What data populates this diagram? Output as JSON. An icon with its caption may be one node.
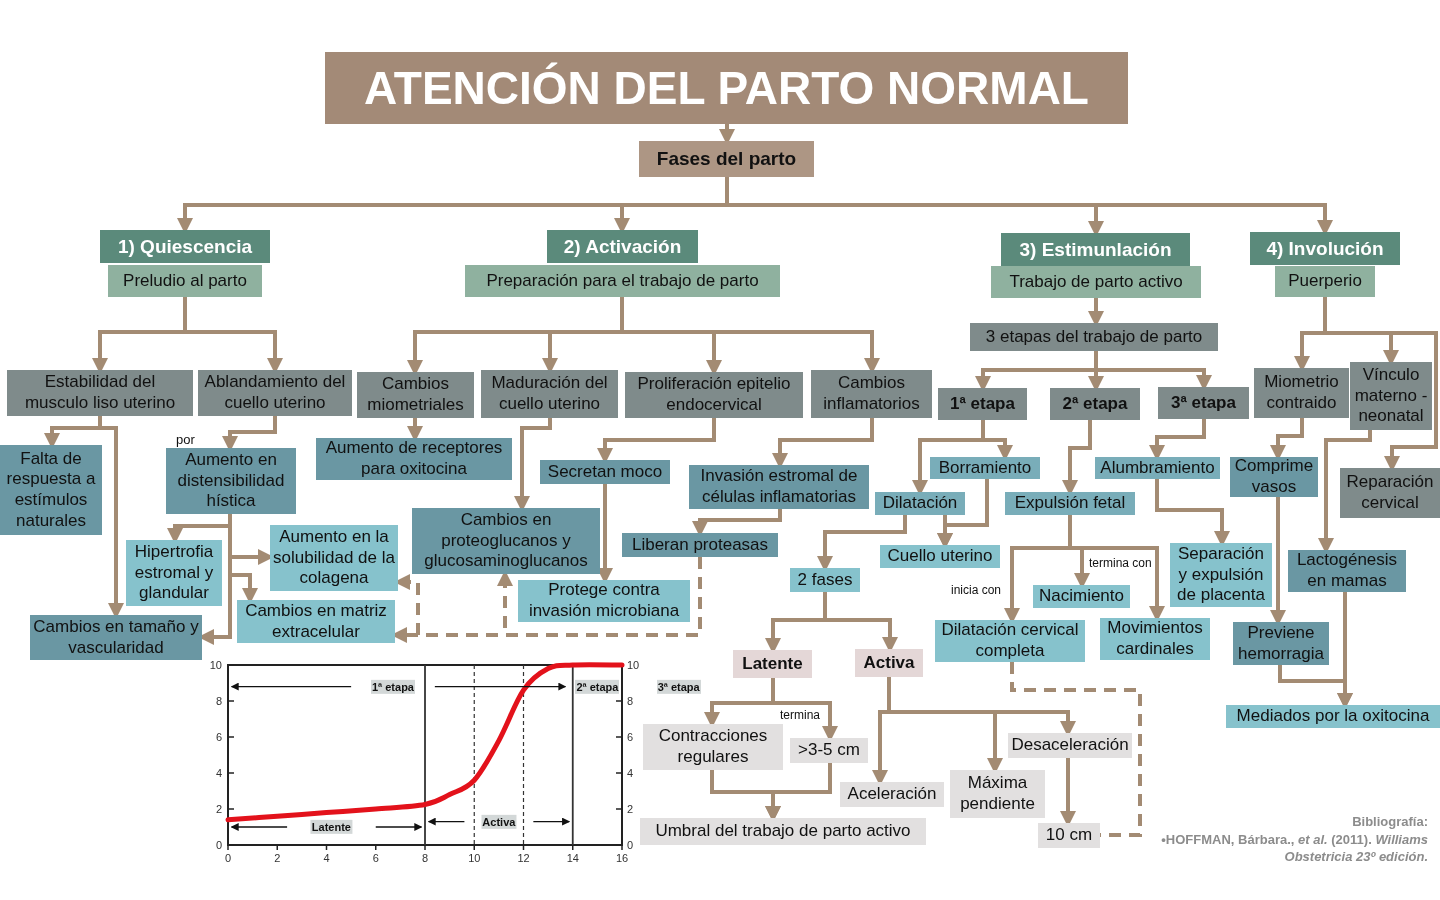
{
  "diagram": {
    "nodes": [
      {
        "text": [
          "ATENCIÓN DEL PARTO NORMAL"
        ]
      },
      {
        "text": [
          "Fases del parto"
        ]
      },
      {
        "text": [
          "1) Quiescencia"
        ]
      },
      {
        "text": [
          "Preludio al parto"
        ]
      },
      {
        "text": [
          "2) Activación"
        ]
      },
      {
        "text": [
          "Preparación para el trabajo de parto"
        ]
      },
      {
        "text": [
          "3) Estimunlación"
        ]
      },
      {
        "text": [
          "Trabajo de parto activo"
        ]
      },
      {
        "text": [
          "4) Involución"
        ]
      },
      {
        "text": [
          "Puerperio"
        ]
      },
      {
        "text": [
          "Estabilidad del musculo liso uterino"
        ]
      },
      {
        "text": [
          "Ablandamiento del cuello uterino"
        ]
      },
      {
        "text": [
          "Cambios miometriales"
        ]
      },
      {
        "text": [
          "Maduración del cuello uterino"
        ]
      },
      {
        "text": [
          "Proliferación epitelio endocervical"
        ]
      },
      {
        "text": [
          "Cambios inflamatorios"
        ]
      },
      {
        "text": [
          "3 etapas del trabajo de parto"
        ]
      },
      {
        "text": [
          "1ª etapa"
        ]
      },
      {
        "text": [
          "2ª etapa"
        ]
      },
      {
        "text": [
          "3ª etapa"
        ]
      },
      {
        "text": [
          "Miometrio contraido"
        ]
      },
      {
        "text": [
          "Vínculo materno - neonatal"
        ]
      },
      {
        "text": [
          "Reparación cervical"
        ]
      },
      {
        "text": [
          "Falta de respuesta a estímulos naturales"
        ]
      },
      {
        "text": [
          "Cambios en tamaño y vascularidad"
        ]
      },
      {
        "text": [
          "Aumento en distensibilidad hística"
        ]
      },
      {
        "text": [
          "Hipertrofia estromal y glandular"
        ]
      },
      {
        "text": [
          "Aumento en la solubilidad de la colagena"
        ]
      },
      {
        "text": [
          "Cambios en matriz extracelular"
        ]
      },
      {
        "text": [
          "Aumento de receptores para oxitocina"
        ]
      },
      {
        "text": [
          "Cambios en proteoglucanos y glucosaminoglucanos"
        ]
      },
      {
        "text": [
          "Secretan moco"
        ]
      },
      {
        "text": [
          "Protege contra invasión microbiana"
        ]
      },
      {
        "text": [
          "Invasión estromal de células inflamatorias"
        ]
      },
      {
        "text": [
          "Liberan proteasas"
        ]
      },
      {
        "text": [
          "Borramiento"
        ]
      },
      {
        "text": [
          "Dilatación"
        ]
      },
      {
        "text": [
          "Cuello uterino"
        ]
      },
      {
        "text": [
          "2 fases"
        ]
      },
      {
        "text": [
          "Latente"
        ]
      },
      {
        "text": [
          "Activa"
        ]
      },
      {
        "text": [
          "Expulsión fetal"
        ]
      },
      {
        "text": [
          "Nacimiento"
        ]
      },
      {
        "text": [
          "Dilatación cervical completa"
        ]
      },
      {
        "text": [
          "Movimientos cardinales"
        ]
      },
      {
        "text": [
          "Alumbramiento"
        ]
      },
      {
        "text": [
          "Separación y expulsión de placenta"
        ]
      },
      {
        "text": [
          "Comprime vasos"
        ]
      },
      {
        "text": [
          "Previene hemorragia"
        ]
      },
      {
        "text": [
          "Lactogénesis en mamas"
        ]
      },
      {
        "text": [
          "Mediados por la oxitocina"
        ]
      },
      {
        "text": [
          "Contracciones regulares"
        ]
      },
      {
        "text": [
          ">3-5 cm"
        ]
      },
      {
        "text": [
          "Umbral del trabajo de parto activo"
        ]
      },
      {
        "text": [
          "Aceleración"
        ]
      },
      {
        "text": [
          "Máxima pendiente"
        ]
      },
      {
        "text": [
          "Desaceleración"
        ]
      },
      {
        "text": [
          "10 cm"
        ]
      }
    ],
    "edges": [
      {
        "from": 0,
        "to": 1,
        "arrow": "to"
      },
      {
        "from": 1,
        "to": 2,
        "arrow": "to"
      },
      {
        "from": 1,
        "to": 4,
        "arrow": "to"
      },
      {
        "from": 1,
        "to": 6,
        "arrow": "to"
      },
      {
        "from": 1,
        "to": 8,
        "arrow": "to"
      },
      {
        "from": 3,
        "to": 10,
        "arrow": "to"
      },
      {
        "from": 3,
        "to": 11,
        "arrow": "to"
      },
      {
        "from": 5,
        "to": 12,
        "arrow": "to"
      },
      {
        "from": 5,
        "to": 13,
        "arrow": "to"
      },
      {
        "from": 5,
        "to": 14,
        "arrow": "to"
      },
      {
        "from": 5,
        "to": 15,
        "arrow": "to"
      },
      {
        "from": 7,
        "to": 16,
        "arrow": "to"
      },
      {
        "from": 16,
        "to": 17,
        "arrow": "to"
      },
      {
        "from": 16,
        "to": 18,
        "arrow": "to"
      },
      {
        "from": 16,
        "to": 19,
        "arrow": "to"
      },
      {
        "from": 9,
        "to": 20,
        "arrow": "to"
      },
      {
        "from": 9,
        "to": 21,
        "arrow": "to"
      },
      {
        "from": 9,
        "to": 22,
        "arrow": "to"
      },
      {
        "from": 10,
        "to": 23,
        "arrow": "to"
      },
      {
        "from": 10,
        "to": 24,
        "arrow": "to"
      },
      {
        "from": 11,
        "to": 25,
        "arrow": "to"
      },
      {
        "from": 25,
        "to": 26,
        "arrow": "to"
      },
      {
        "from": 25,
        "to": 27,
        "arrow": "to"
      },
      {
        "from": 25,
        "to": 28,
        "arrow": "to"
      },
      {
        "from": 25,
        "to": 24,
        "arrow": "to"
      },
      {
        "from": 12,
        "to": 29,
        "arrow": "to"
      },
      {
        "from": 13,
        "to": 30,
        "arrow": "to"
      },
      {
        "from": 14,
        "to": 31,
        "arrow": "to"
      },
      {
        "from": 31,
        "to": 32,
        "arrow": "to"
      },
      {
        "from": 15,
        "to": 33,
        "arrow": "to"
      },
      {
        "from": 33,
        "to": 34,
        "arrow": "to"
      },
      {
        "from": 34,
        "to": 28,
        "arrow": "to",
        "style": "dashed"
      },
      {
        "from": 34,
        "to": 30,
        "arrow": "to",
        "style": "dashed"
      },
      {
        "from": 34,
        "to": 27,
        "arrow": "to",
        "style": "dashed"
      },
      {
        "from": 17,
        "to": 35,
        "arrow": "to"
      },
      {
        "from": 17,
        "to": 36,
        "arrow": "to"
      },
      {
        "from": 35,
        "to": 37,
        "arrow": "to"
      },
      {
        "from": 36,
        "to": 37,
        "arrow": "to"
      },
      {
        "from": 36,
        "to": 38,
        "arrow": "to"
      },
      {
        "from": 38,
        "to": 39,
        "arrow": "to"
      },
      {
        "from": 38,
        "to": 40,
        "arrow": "to"
      },
      {
        "from": 18,
        "to": 41,
        "arrow": "to"
      },
      {
        "from": 41,
        "to": 43,
        "arrow": "to",
        "label": "inicia con"
      },
      {
        "from": 41,
        "to": 42,
        "arrow": "to",
        "label": "termina con"
      },
      {
        "from": 41,
        "to": 44,
        "arrow": "to"
      },
      {
        "from": 19,
        "to": 45,
        "arrow": "to"
      },
      {
        "from": 45,
        "to": 46,
        "arrow": "to"
      },
      {
        "from": 20,
        "to": 47,
        "arrow": "to"
      },
      {
        "from": 47,
        "to": 48,
        "arrow": "to"
      },
      {
        "from": 21,
        "to": 49,
        "arrow": "to"
      },
      {
        "from": 48,
        "to": 50,
        "arrow": "to"
      },
      {
        "from": 49,
        "to": 50,
        "arrow": "to"
      },
      {
        "from": 39,
        "to": 51,
        "arrow": "to"
      },
      {
        "from": 39,
        "to": 52,
        "arrow": "to",
        "label": "termina"
      },
      {
        "from": 51,
        "to": 53,
        "arrow": "to"
      },
      {
        "from": 52,
        "to": 53,
        "arrow": "to"
      },
      {
        "from": 40,
        "to": 54,
        "arrow": "to"
      },
      {
        "from": 40,
        "to": 55,
        "arrow": "to"
      },
      {
        "from": 40,
        "to": 56,
        "arrow": "to"
      },
      {
        "from": 56,
        "to": 57,
        "arrow": "to"
      },
      {
        "from": 43,
        "to": 57,
        "arrow": "none",
        "style": "dashed"
      }
    ],
    "labels": [
      "por",
      "Bibliografía:",
      "•HOFFMAN, Bárbara., *et al.* (2011). *Williams Obstetricia 23º edición.*"
    ],
    "chart_data": {
      "type": "line",
      "x": [
        0,
        2,
        4,
        6,
        8,
        9,
        10,
        11,
        12,
        13,
        14,
        16
      ],
      "series": [
        {
          "color": "#e3121b",
          "values": [
            1.4,
            1.6,
            1.8,
            2.0,
            2.25,
            2.8,
            3.6,
            5.8,
            8.6,
            9.8,
            10,
            10
          ]
        }
      ],
      "xlim": [
        0,
        16
      ],
      "ylim": [
        0,
        10
      ],
      "y2lim": [
        0,
        10
      ],
      "xticks": [
        0,
        2,
        4,
        6,
        8,
        10,
        12,
        14,
        16
      ],
      "yticks": [
        0,
        2,
        4,
        6,
        8,
        10
      ],
      "y2ticks": [
        0,
        2,
        4,
        6,
        8,
        10
      ],
      "grid": true,
      "annotations": [
        {
          "text": "1ª etapa",
          "x": 6.7,
          "y": 8.8
        },
        {
          "text": "2ª etapa",
          "x": 15,
          "y": 8.8
        },
        "3ª etapa",
        {
          "text": "Latente",
          "x": 4.2,
          "y": 1.0
        },
        {
          "text": "Activa",
          "x": 11,
          "y": 1.3
        }
      ]
    }
  }
}
